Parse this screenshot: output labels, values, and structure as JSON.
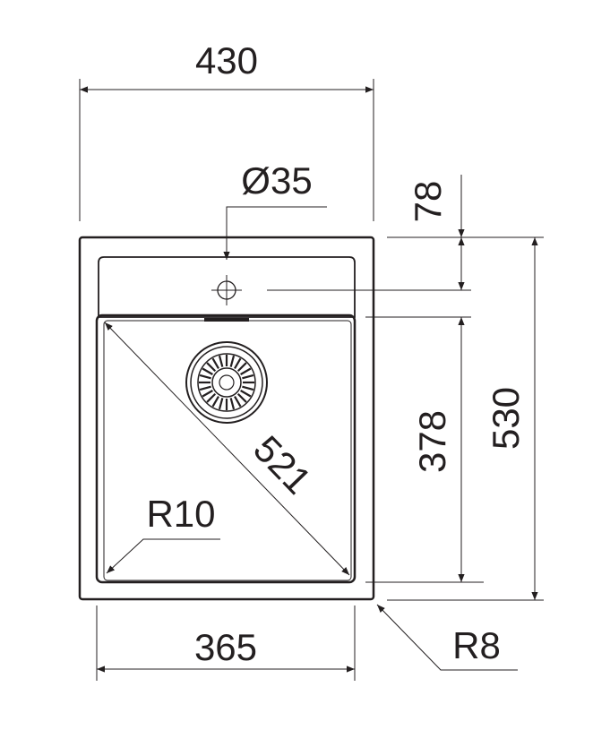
{
  "drawing": {
    "line_color": "#231f20",
    "background_color": "#ffffff",
    "dimensions": {
      "overall_width": "430",
      "overall_height": "530",
      "tap_hole_diameter": "Ø35",
      "tap_hole_offset": "78",
      "bowl_depth": "378",
      "bowl_diagonal": "521",
      "bowl_width": "365",
      "inner_radius": "R10",
      "outer_radius": "R8"
    }
  }
}
